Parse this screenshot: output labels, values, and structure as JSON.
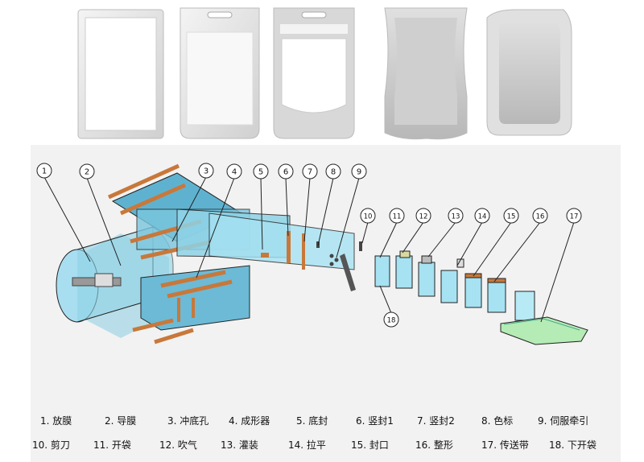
{
  "bag_types": [
    {
      "name": "flat-pouch"
    },
    {
      "name": "stand-up-pouch-with-hang-hole"
    },
    {
      "name": "stand-up-pouch-with-window"
    },
    {
      "name": "shaped-pouch"
    },
    {
      "name": "rounded-corner-pouch"
    }
  ],
  "callouts": [
    "1",
    "2",
    "3",
    "4",
    "5",
    "6",
    "7",
    "8",
    "9",
    "10",
    "11",
    "12",
    "13",
    "14",
    "15",
    "16",
    "17",
    "18"
  ],
  "legend_rows": [
    [
      "1. 放膜",
      "2. 导膜",
      "3. 冲底孔",
      "4. 成形器",
      "5. 底封",
      "6. 竖封1",
      "7. 竖封2",
      "8. 色标",
      "9. 伺服牵引"
    ],
    [
      "10. 剪刀",
      "11. 开袋",
      "12. 吹气",
      "13. 灌装",
      "14. 拉平",
      "15. 封口",
      "16. 整形",
      "17. 传送带",
      "18. 下开袋"
    ]
  ],
  "colors": {
    "film": "#8fd3e6",
    "film_dark": "#4fa7c4",
    "roller": "#c8783a",
    "conveyor": "#b5ebb5",
    "line": "#222222",
    "panel_bg": "#f2f2f2"
  }
}
